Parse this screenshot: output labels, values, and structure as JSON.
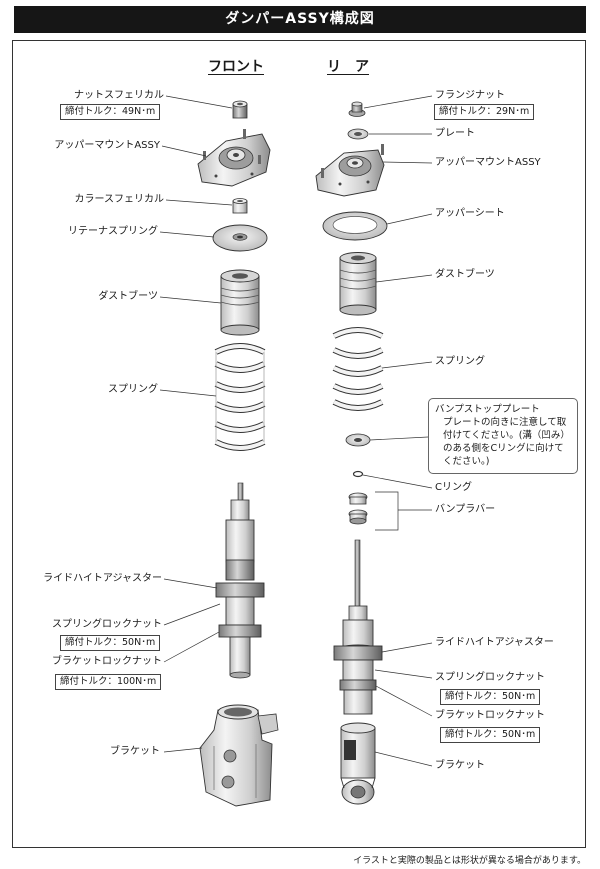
{
  "title": "ダンパーASSY構成図",
  "headings": {
    "front": "フロント",
    "rear": "リ　ア"
  },
  "front_labels": {
    "nut": "ナットスフェリカル",
    "nut_torque": "締付トルク：49N･m",
    "upper_mount": "アッパーマウントASSY",
    "collar": "カラースフェリカル",
    "retainer": "リテーナスプリング",
    "dust_boot": "ダストブーツ",
    "spring": "スプリング",
    "ride_height": "ライドハイトアジャスター",
    "spring_lock": "スプリングロックナット",
    "spring_lock_torque": "締付トルク：50N･m",
    "bracket_lock": "ブラケットロックナット",
    "bracket_lock_torque": "締付トルク：100N･m",
    "bracket": "ブラケット"
  },
  "rear_labels": {
    "flange_nut": "フランジナット",
    "flange_nut_torque": "締付トルク：29N･m",
    "plate": "プレート",
    "upper_mount": "アッパーマウントASSY",
    "upper_seat": "アッパーシート",
    "dust_boot": "ダストブーツ",
    "spring": "スプリング",
    "bump_plate_title": "バンプストッププレート",
    "bump_plate_note": "プレートの向きに注意して取付けてください。(溝（凹み）のある側をCリングに向けてください。)",
    "c_ring": "Cリング",
    "bump_rubber": "バンプラバー",
    "ride_height": "ライドハイトアジャスター",
    "spring_lock": "スプリングロックナット",
    "spring_lock_torque": "締付トルク：50N･m",
    "bracket_lock": "ブラケットロックナット",
    "bracket_lock_torque": "締付トルク：50N･m",
    "bracket": "ブラケット"
  },
  "disclaimer": "イラストと実際の製品とは形状が異なる場合があります。"
}
